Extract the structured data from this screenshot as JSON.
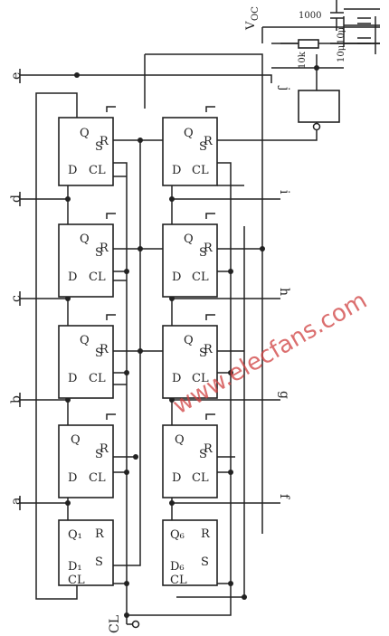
{
  "pins": {
    "q": "Q",
    "d": "D",
    "s": "S",
    "r": "R",
    "cl": "CL"
  },
  "pins_special": {
    "q1": "Q₁",
    "d1": "D₁",
    "q6": "Q₆",
    "d6": "D₆"
  },
  "outputs": {
    "e": "e",
    "d": "d",
    "c": "c",
    "b": "b",
    "a": "a",
    "j": "j",
    "i": "i",
    "h": "h",
    "g": "g",
    "f": "f"
  },
  "input_clock": "CL",
  "supply": "V",
  "supply_sub": "OC",
  "components": {
    "c1": "1000",
    "r1": "10k",
    "c2": "10μ",
    "c3": "10μ"
  },
  "watermark": "www.elecfans.com"
}
